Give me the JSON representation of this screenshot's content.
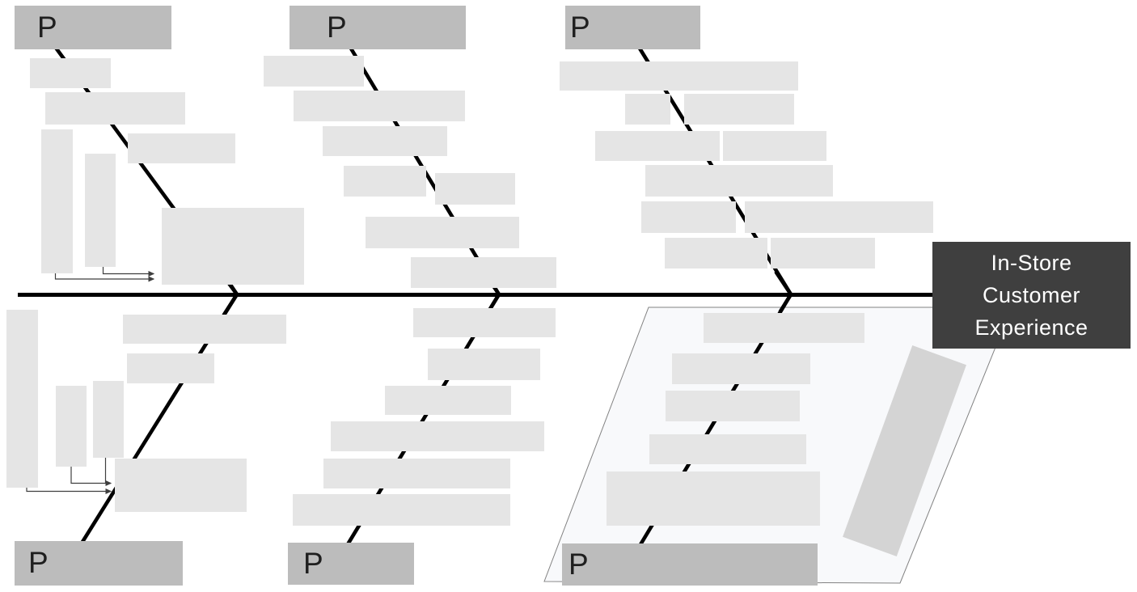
{
  "diagram_type": "fishbone-ishikawa",
  "effect": {
    "label": "In-Store Customer Experience",
    "lines": [
      "In-Store",
      "Customer",
      "Experience"
    ]
  },
  "branches": [
    {
      "position": "top-left",
      "label": "P"
    },
    {
      "position": "top-middle",
      "label": "P"
    },
    {
      "position": "top-right",
      "label": "P"
    },
    {
      "position": "bottom-left",
      "label": "P"
    },
    {
      "position": "bottom-middle",
      "label": "P"
    },
    {
      "position": "bottom-right",
      "label": "P"
    }
  ],
  "colors": {
    "p-box": "#bcbcbc",
    "cause-box": "#e5e5e5",
    "effect-bg": "#3f3f3f",
    "effect-text": "#ffffff",
    "line": "#000000",
    "connector": "#3f3f3f",
    "note-fill": "#f8f9fb",
    "note-border": "#828282",
    "note-bar": "#d4d4d4",
    "canvas": "#ffffff"
  }
}
